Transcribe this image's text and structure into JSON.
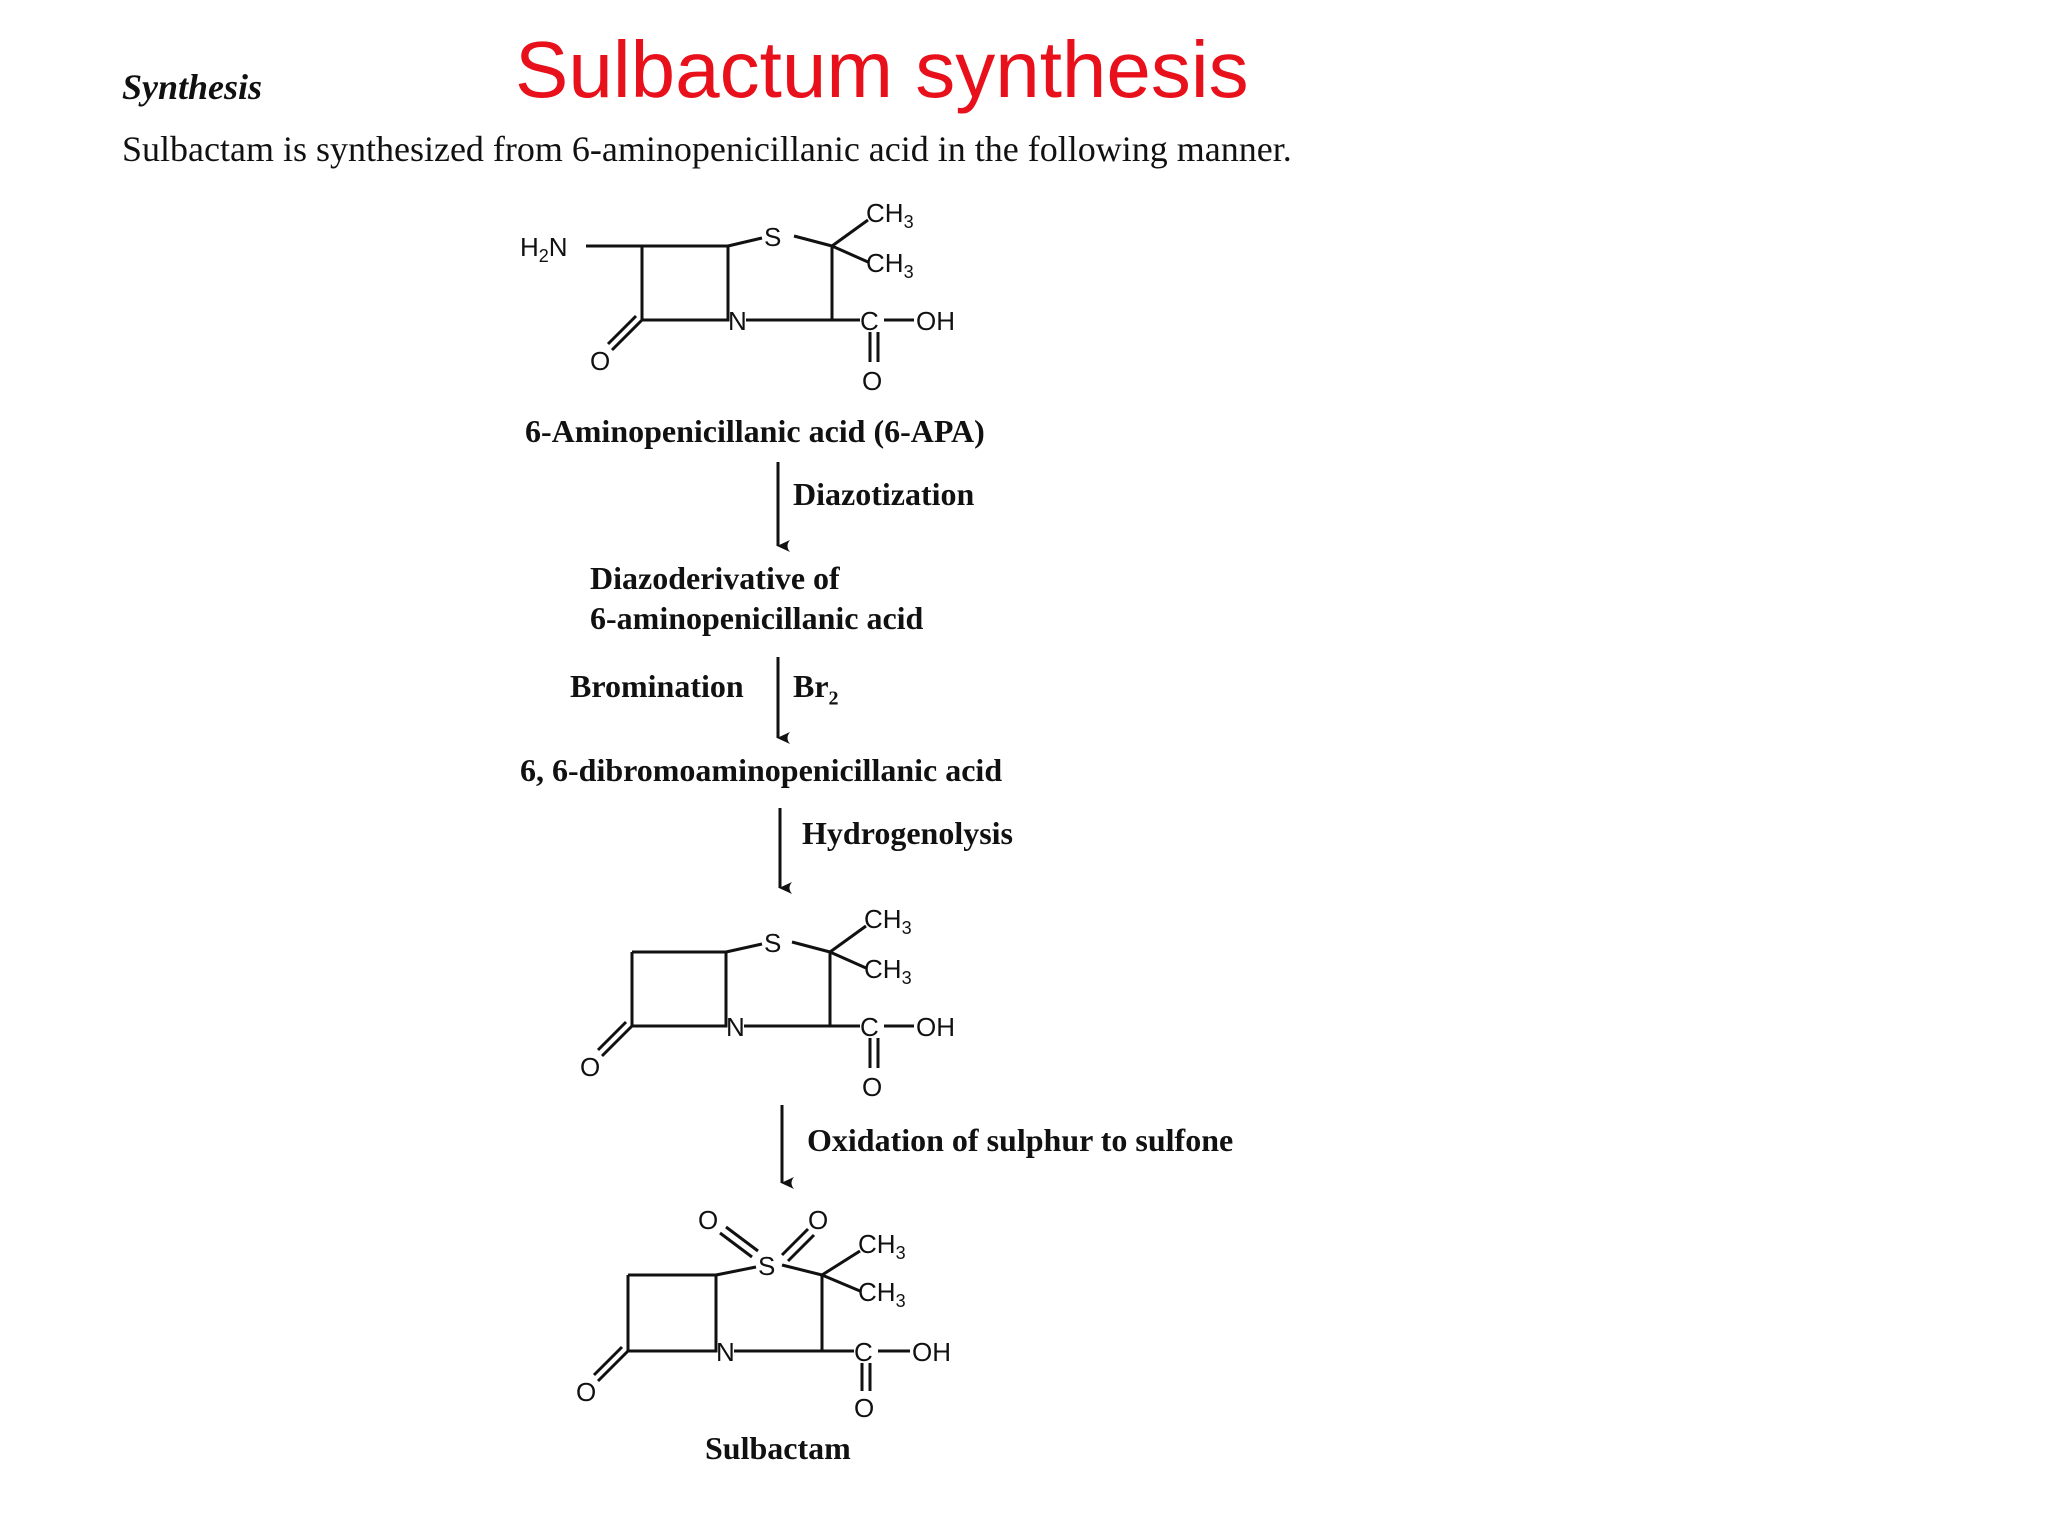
{
  "title": "Sulbactum synthesis",
  "title_color": "#e8101b",
  "section_heading": "Synthesis",
  "intro": "Sulbactam is synthesized from 6-aminopenicillanic acid in the following manner.",
  "atoms": {
    "s": "S",
    "n": "N",
    "o": "O",
    "c": "C",
    "oh": "OH",
    "h2n_h": "H",
    "h2n_sub": "2",
    "h2n_n": "N",
    "ch": "CH",
    "ch_sub": "3"
  },
  "steps": {
    "apa_name": "6-Aminopenicillanic acid (6-APA)",
    "diazotization": "Diazotization",
    "diazo_line1": "Diazoderivative of",
    "diazo_line2": "6-aminopenicillanic acid",
    "bromination": "Bromination",
    "br2_main": "Br",
    "br2_sub": "2",
    "dibromo_name": "6, 6-dibromoaminopenicillanic acid",
    "hydrogenolysis": "Hydrogenolysis",
    "oxidation": "Oxidation of sulphur to sulfone",
    "sulbactam_name": "Sulbactam"
  }
}
